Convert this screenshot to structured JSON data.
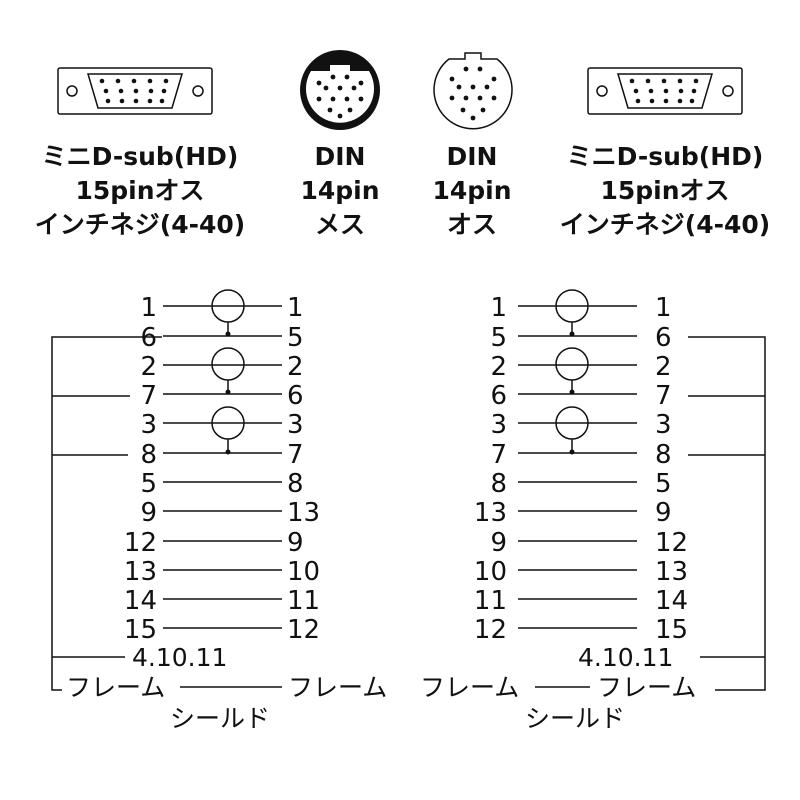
{
  "connectors": [
    {
      "key": "c1",
      "lines": [
        "ミニD-sub(HD)",
        "15pinオス",
        "インチネジ(4-40)"
      ],
      "icon": "vga-connector-icon"
    },
    {
      "key": "c2",
      "lines": [
        "DIN",
        "14pin",
        "メス"
      ],
      "icon": "din-female-icon"
    },
    {
      "key": "c3",
      "lines": [
        "DIN",
        "14pin",
        "オス"
      ],
      "icon": "din-male-icon"
    },
    {
      "key": "c4",
      "lines": [
        "ミニD-sub(HD)",
        "15pinオス",
        "インチネジ(4-40)"
      ],
      "icon": "vga-connector-icon"
    }
  ],
  "left": {
    "rows": [
      [
        "1",
        "1"
      ],
      [
        "6",
        "5"
      ],
      [
        "2",
        "2"
      ],
      [
        "7",
        "6"
      ],
      [
        "3",
        "3"
      ],
      [
        "8",
        "7"
      ],
      [
        "5",
        "8"
      ],
      [
        "9",
        "13"
      ],
      [
        "12",
        "9"
      ],
      [
        "13",
        "10"
      ],
      [
        "14",
        "11"
      ],
      [
        "15",
        "12"
      ]
    ],
    "ground_pins": "4.10.11",
    "frame_left": "フレーム",
    "frame_right": "フレーム",
    "shield": "シールド"
  },
  "right": {
    "rows": [
      [
        "1",
        "1"
      ],
      [
        "5",
        "6"
      ],
      [
        "2",
        "2"
      ],
      [
        "6",
        "7"
      ],
      [
        "3",
        "3"
      ],
      [
        "7",
        "8"
      ],
      [
        "8",
        "5"
      ],
      [
        "13",
        "9"
      ],
      [
        "9",
        "12"
      ],
      [
        "10",
        "13"
      ],
      [
        "11",
        "14"
      ],
      [
        "12",
        "15"
      ]
    ],
    "ground_pins": "4.10.11",
    "frame_left": "フレーム",
    "frame_right": "フレーム",
    "shield": "シールド"
  }
}
